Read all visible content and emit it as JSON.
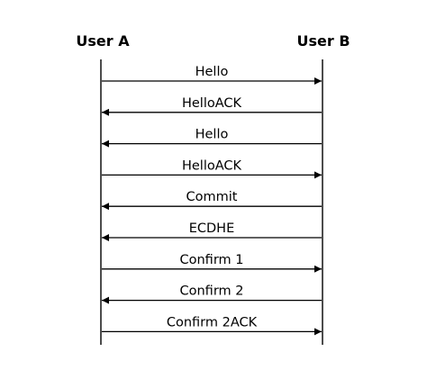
{
  "participants": {
    "a": "User A",
    "b": "User B"
  },
  "messages": [
    {
      "label": "Hello",
      "from": "a",
      "to": "b"
    },
    {
      "label": "HelloACK",
      "from": "b",
      "to": "a"
    },
    {
      "label": "Hello",
      "from": "b",
      "to": "a"
    },
    {
      "label": "HelloACK",
      "from": "a",
      "to": "b"
    },
    {
      "label": "Commit",
      "from": "b",
      "to": "a"
    },
    {
      "label": "ECDHE",
      "from": "b",
      "to": "a"
    },
    {
      "label": "Confirm 1",
      "from": "a",
      "to": "b"
    },
    {
      "label": "Confirm 2",
      "from": "b",
      "to": "a"
    },
    {
      "label": "Confirm 2ACK",
      "from": "a",
      "to": "b"
    }
  ],
  "colors": {
    "line": "#000000",
    "text": "#000000"
  }
}
